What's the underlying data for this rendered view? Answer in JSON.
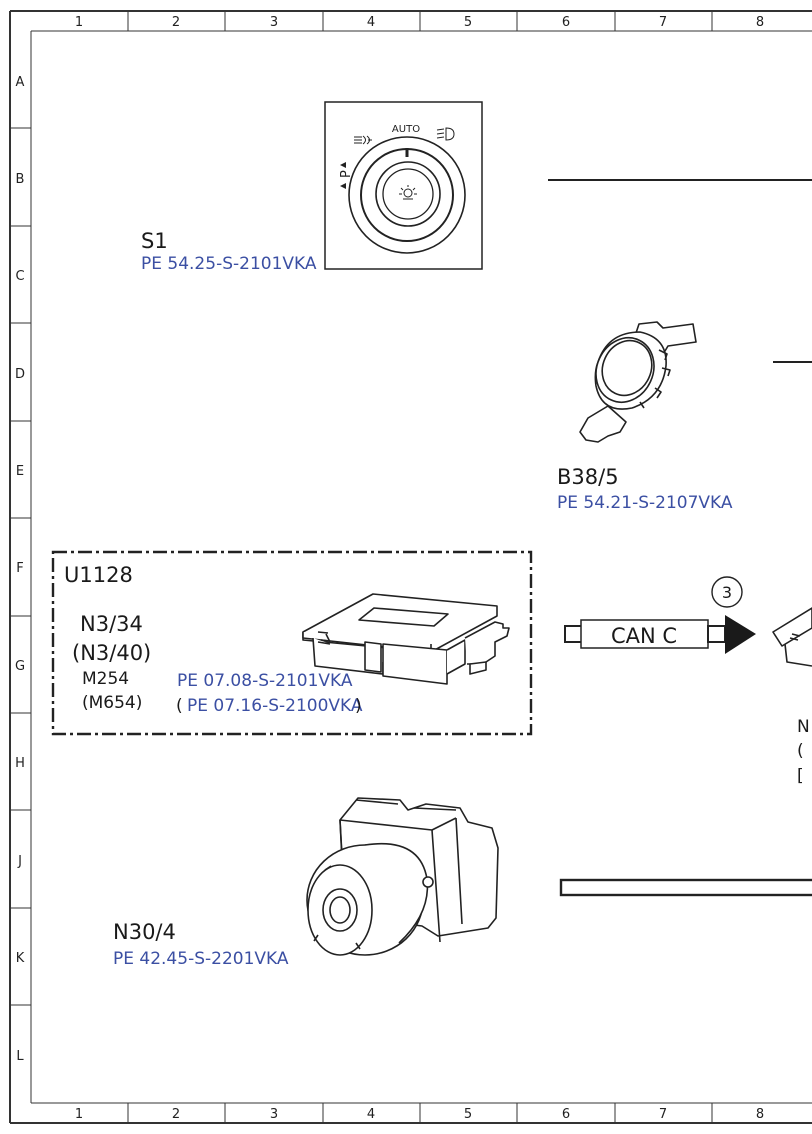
{
  "grid": {
    "columns": [
      "1",
      "2",
      "3",
      "4",
      "5",
      "6",
      "7",
      "8"
    ],
    "rows": [
      "A",
      "B",
      "C",
      "D",
      "E",
      "F",
      "G",
      "H",
      "J",
      "K",
      "L"
    ]
  },
  "components": {
    "s1": {
      "code": "S1",
      "ref": "PE 54.25-S-2101VKA",
      "switch_label_auto": "AUTO",
      "switch_label_p": "P"
    },
    "b38_5": {
      "code": "B38/5",
      "ref": "PE 54.21-S-2107VKA"
    },
    "u1128": {
      "code": "U1128",
      "module": "N3/34",
      "module_alt": "(N3/40)",
      "engine": "M254",
      "engine_alt": "(M654)",
      "ref": "PE 07.08-S-2101VKA",
      "ref_alt_open": "(",
      "ref_alt": "PE 07.16-S-2100VKA",
      "ref_alt_close": ")"
    },
    "n30_4": {
      "code": "N30/4",
      "ref": "PE 42.45-S-2201VKA"
    }
  },
  "bus": {
    "label": "CAN C",
    "marker": "3"
  },
  "right_edge_fragments": [
    "N",
    "(",
    "["
  ]
}
